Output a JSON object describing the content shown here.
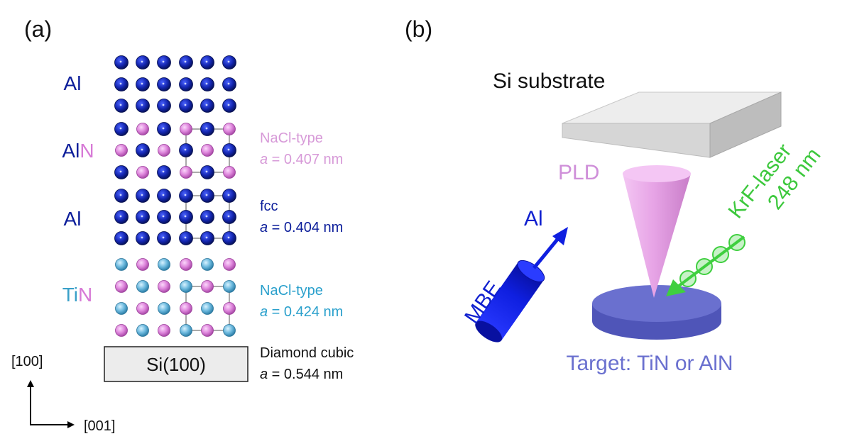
{
  "panel_a": {
    "label": "(a)",
    "layers": [
      {
        "id": "al-top",
        "name_parts": [
          {
            "text": "Al",
            "color": "#0b1d9a"
          }
        ]
      },
      {
        "id": "aln",
        "name_parts": [
          {
            "text": "Al",
            "color": "#0b1d9a"
          },
          {
            "text": "N",
            "color": "#d77ad6"
          }
        ],
        "annot_line1": "NaCl-type",
        "annot_line2_italic": "a",
        "annot_line2_rest": " = 0.407 nm",
        "annot_color": "#d79ad8"
      },
      {
        "id": "al-mid",
        "name_parts": [
          {
            "text": "Al",
            "color": "#0b1d9a"
          }
        ],
        "annot_line1": "fcc",
        "annot_line2_italic": "a",
        "annot_line2_rest": " = 0.404 nm",
        "annot_color": "#0b1d9a"
      },
      {
        "id": "tin",
        "name_parts": [
          {
            "text": "Ti",
            "color": "#3aa0c8"
          },
          {
            "text": "N",
            "color": "#d77ad6"
          }
        ],
        "annot_line1": "NaCl-type",
        "annot_line2_italic": "a",
        "annot_line2_rest": " = 0.424 nm",
        "annot_color": "#2aa0cc"
      }
    ],
    "substrate": {
      "label": "Si(100)",
      "annot_line1": "Diamond cubic",
      "annot_line2_italic": "a",
      "annot_line2_rest": " = 0.544 nm",
      "annot_color": "#111111"
    },
    "axes": {
      "vertical": "[100]",
      "horizontal": "[001]"
    },
    "atom_colors": {
      "Al": "#0b1d9a",
      "N": "#d97ad6",
      "Ti": "#5ab0d6"
    }
  },
  "panel_b": {
    "label": "(b)",
    "substrate_label": "Si substrate",
    "pld_label": "PLD",
    "al_label": "Al",
    "mbe_label": "MBE",
    "laser_line1": "KrF-laser",
    "laser_line2": "248 nm",
    "target_label": "Target: TiN or AlN",
    "colors": {
      "substrate": "#e2e2e2",
      "plume": "#e7a9e6",
      "target": "#6a70cf",
      "laser": "#3fcf3f",
      "mbe": "#0f1fe0",
      "target_text": "#6a70cf",
      "pld_text": "#cf8fd9"
    }
  }
}
